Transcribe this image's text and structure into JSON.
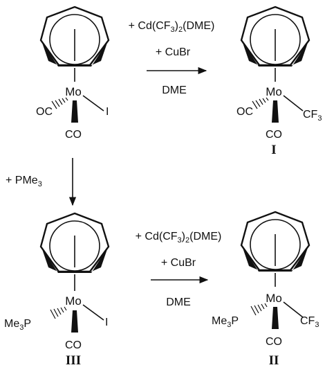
{
  "reaction_top": {
    "reagent_line1": "+ Cd(CF3)2(DME)",
    "reagent_line2": "+ CuBr",
    "solvent": "DME"
  },
  "reaction_bottom": {
    "reagent_line1": "+ Cd(CF3)2(DME)",
    "reagent_line2": "+ CuBr",
    "solvent": "DME"
  },
  "reaction_down": {
    "reagent": "+ PMe3"
  },
  "complexes": {
    "start": {
      "metal": "Mo",
      "left": "OC",
      "right": "I",
      "bottom": "CO",
      "label": ""
    },
    "I": {
      "metal": "Mo",
      "left": "OC",
      "right": "CF3",
      "bottom": "CO",
      "label": "I"
    },
    "III": {
      "metal": "Mo",
      "left": "Me3P",
      "right": "I",
      "bottom": "CO",
      "label": "III"
    },
    "II": {
      "metal": "Mo",
      "left": "Me3P",
      "right": "CF3",
      "bottom": "CO",
      "label": "II"
    }
  },
  "colors": {
    "ink": "#111111",
    "background": "#ffffff"
  }
}
